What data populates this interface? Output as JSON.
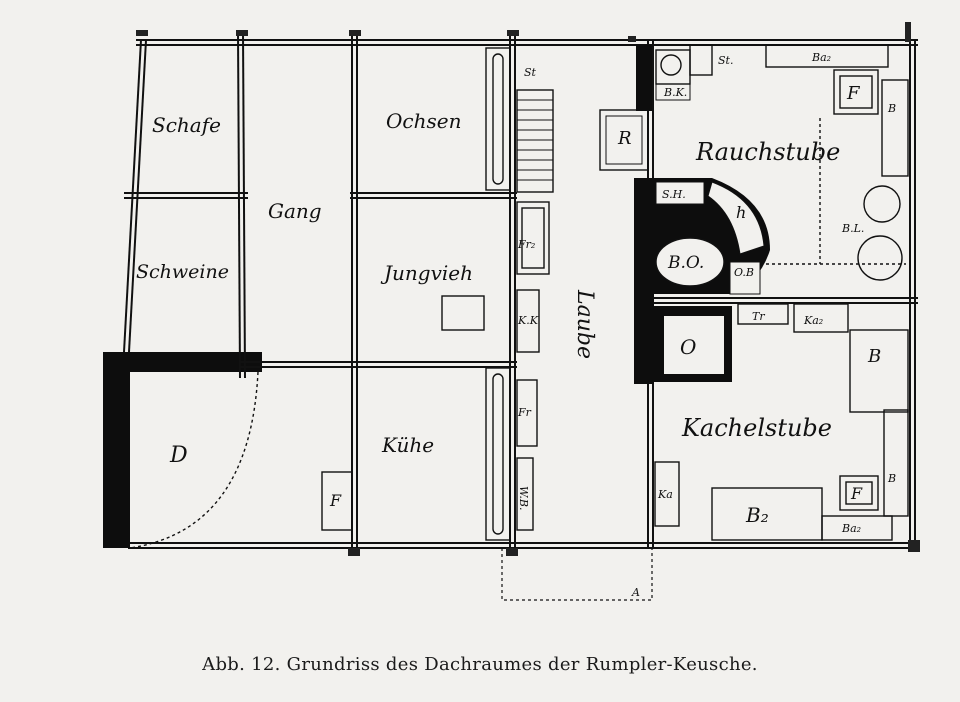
{
  "diagram": {
    "rooms": {
      "schafe": "Schafe",
      "schweine": "Schweine",
      "gang": "Gang",
      "ochsen": "Ochsen",
      "jungvieh": "Jungvieh",
      "kuehe": "Kühe",
      "laube": "Laube",
      "rauchstube": "Rauchstube",
      "kachelstube": "Kachelstube",
      "d": "D"
    },
    "fixtures": {
      "st_left": "St",
      "st_right": "St.",
      "bk": "B.K.",
      "ba2_top": "Ba₂",
      "f_rauch": "F",
      "ba_side": "B",
      "r_box": "R",
      "sh": "S.H.",
      "h": "h",
      "bl": "B.L.",
      "bo": "B.O.",
      "ob": "O.B",
      "tr_rauch": "Tr",
      "ka2": "Ka₂",
      "b_kachel": "B",
      "o_oven": "O",
      "fr2": "Fr₂",
      "kk": "K.K",
      "fr_lower": "Fr",
      "wb": "W.B.",
      "f_kuehe": "F",
      "ka_mid": "Ka",
      "b2": "B₂",
      "f_kachel": "F",
      "b_kachel_small": "B",
      "ba2_bottom": "Ba₂",
      "a_ext": "A"
    }
  },
  "caption": "Abb. 12. Grundriss des Dachraumes der Rumpler-Keusche."
}
